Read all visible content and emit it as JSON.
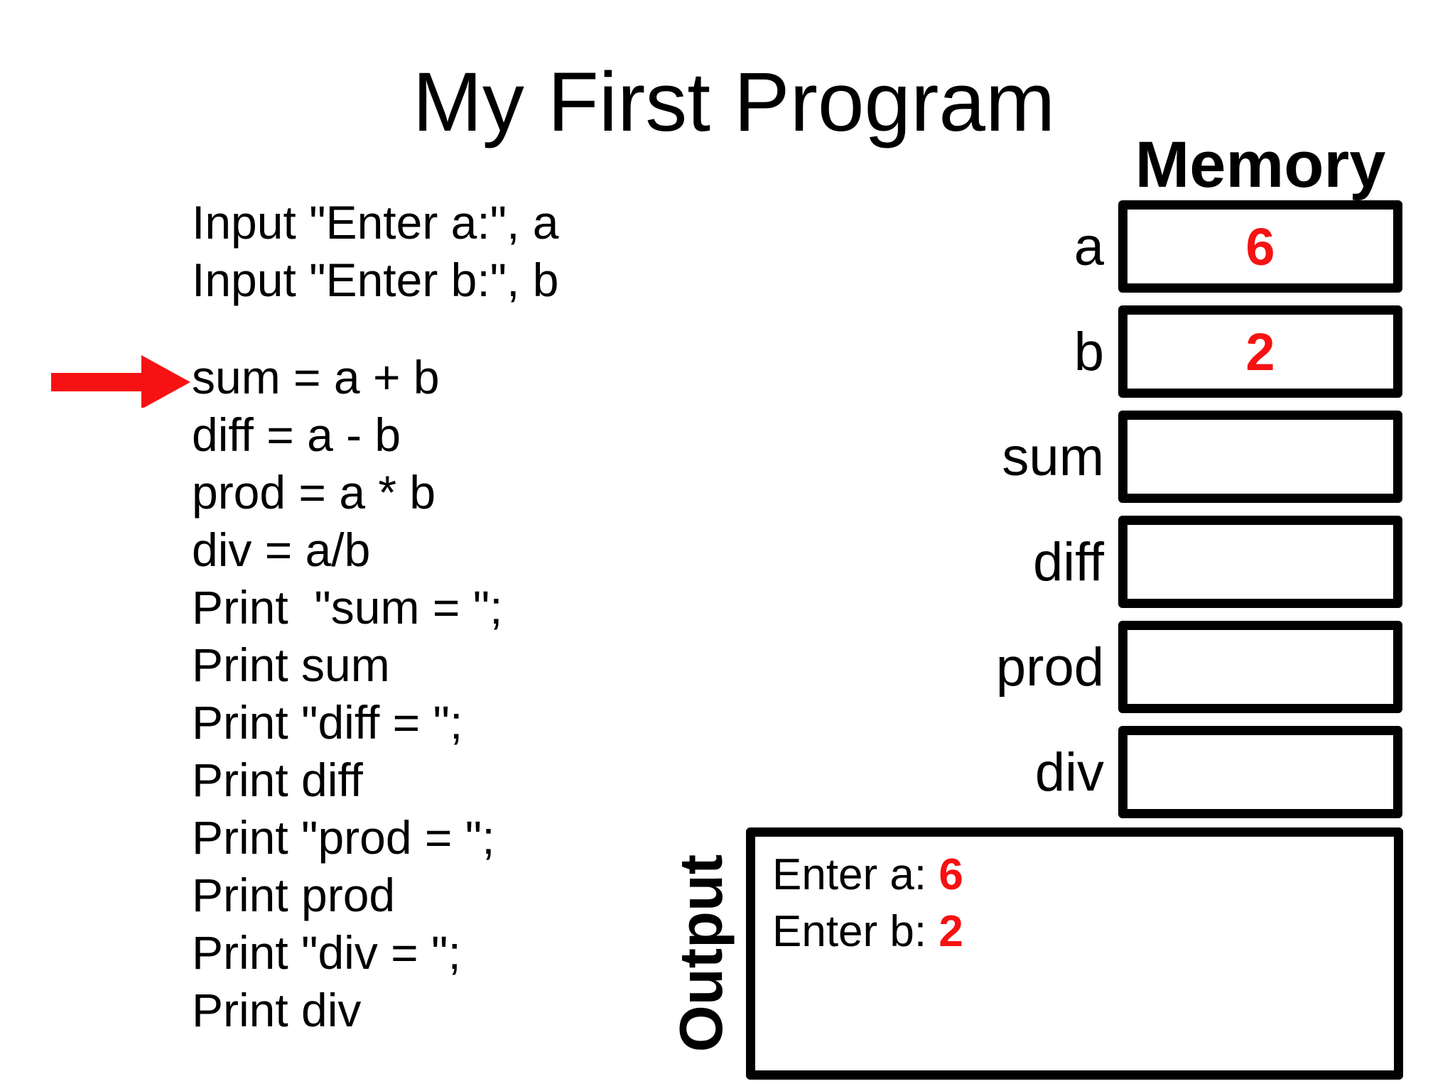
{
  "title": "My First Program",
  "colors": {
    "red": "#F61212",
    "black": "#000000"
  },
  "code": {
    "lines": [
      "Input \"Enter a:\", a",
      "Input \"Enter b:\", b",
      "sum = a + b",
      "diff = a - b",
      "prod = a * b",
      "div = a/b",
      "Print  \"sum = \";",
      "Print sum",
      "Print \"diff = \";",
      "Print diff",
      "Print \"prod = \";",
      "Print prod",
      "Print \"div = \";",
      "Print div"
    ]
  },
  "arrow": {
    "target_line": "sum = a + b",
    "color": "#F61212"
  },
  "memory": {
    "title": "Memory",
    "cells": [
      {
        "label": "a",
        "value": "6"
      },
      {
        "label": "b",
        "value": "2"
      },
      {
        "label": "sum",
        "value": ""
      },
      {
        "label": "diff",
        "value": ""
      },
      {
        "label": "prod",
        "value": ""
      },
      {
        "label": "div",
        "value": ""
      }
    ]
  },
  "output": {
    "label": "Output",
    "lines": [
      {
        "prefix": "Enter a: ",
        "value": "6"
      },
      {
        "prefix": "Enter b: ",
        "value": "2"
      }
    ]
  }
}
